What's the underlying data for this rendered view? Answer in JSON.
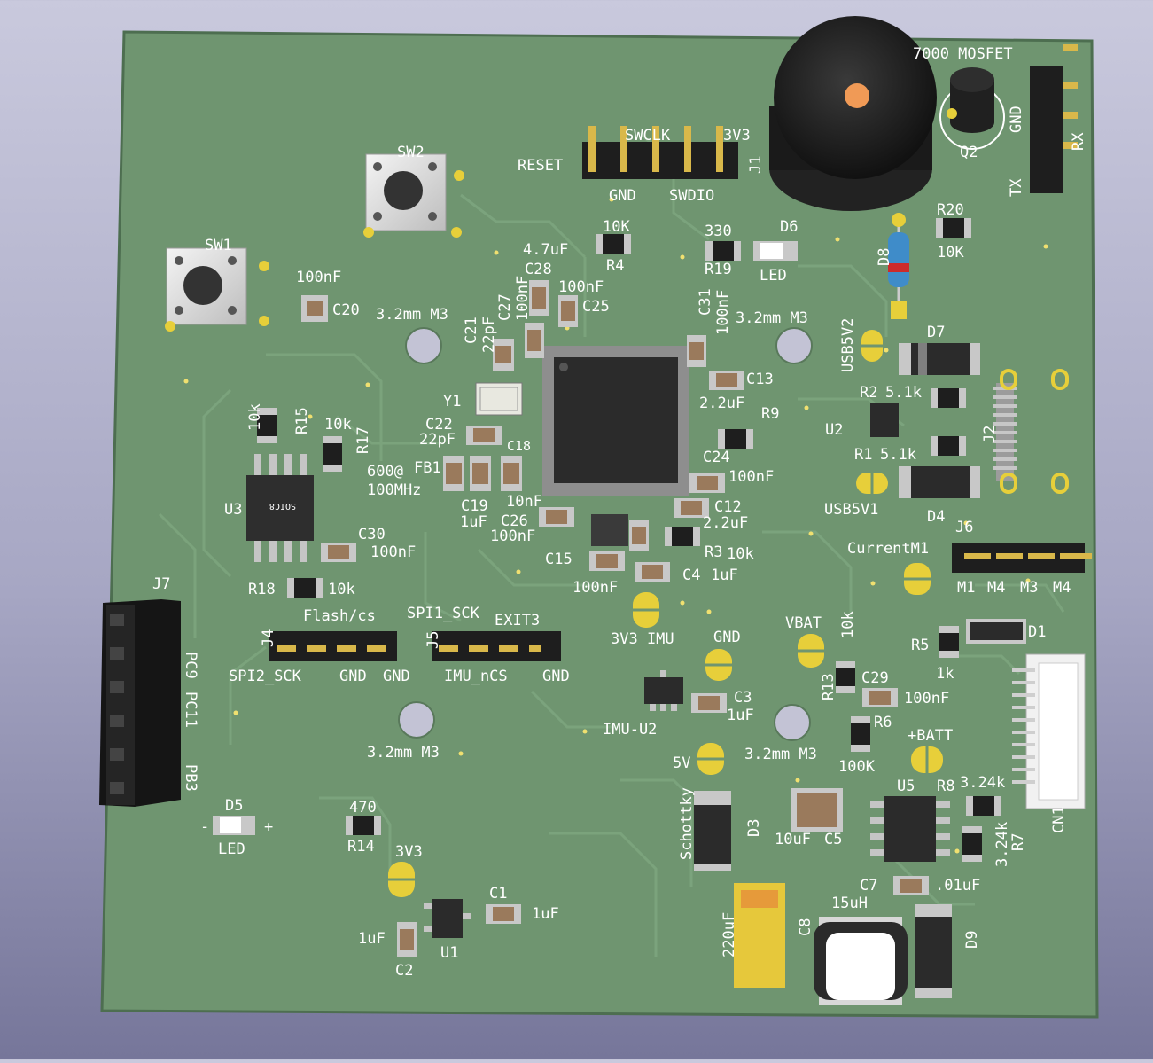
{
  "colors": {
    "board": "#6f9570",
    "board_edge": "#4d6e50",
    "trace": "#7ea67f",
    "silk": "#ffffff",
    "pad_gold": "#e7cf3a",
    "ic_body": "#2b2b2b",
    "cap_tan": "#9a7a5c"
  },
  "board": {
    "designators": {
      "SW1": "SW1",
      "SW2": "SW2",
      "J1": "J1",
      "J2": "J2",
      "J4": "J4",
      "J5": "J5",
      "J6": "J6",
      "J7": "J7",
      "U1": "U1",
      "U2": "U2",
      "U3": "U3",
      "U5": "U5",
      "Y1": "Y1",
      "Q2": "Q2",
      "CN1": "CN1",
      "D1": "D1",
      "D3": "D3",
      "D4": "D4",
      "D5": "D5",
      "D6": "D6",
      "D7": "D7",
      "D8": "D8",
      "D9": "D9",
      "FB1": "FB1",
      "R1": "R1",
      "R2": "R2",
      "R3": "R3",
      "R4": "R4",
      "R5": "R5",
      "R6": "R6",
      "R7": "R7",
      "R8": "R8",
      "R9": "R9",
      "R13": "R13",
      "R14": "R14",
      "R15": "R15",
      "R17": "R17",
      "R18": "R18",
      "R19": "R19",
      "R20": "R20",
      "C1": "C1",
      "C2": "C2",
      "C3": "C3",
      "C4": "C4",
      "C5": "C5",
      "C7": "C7",
      "C8": "C8",
      "C12": "C12",
      "C13": "C13",
      "C15": "C15",
      "C18": "C18",
      "C19": "C19",
      "C20": "C20",
      "C21": "C21",
      "C22": "C22",
      "C24": "C24",
      "C25": "C25",
      "C26": "C26",
      "C27": "C27",
      "C28": "C28",
      "C29": "C29",
      "C30": "C30",
      "C31": "C31"
    },
    "values": {
      "k10": "10K",
      "k10l": "10k",
      "r330": "330",
      "r470": "470",
      "k1": "1k",
      "k100": "100K",
      "k51": "5.1k",
      "k324": "3.24k",
      "n100": "100nF",
      "n10": "10nF",
      "u1": "1uF",
      "u22": "2.2uF",
      "u47": "4.7uF",
      "p22": "22pF",
      "u10": "10uF",
      "u220": "220uF",
      "uh15": "15uH",
      "u01": ".01uF",
      "fb1a": "600@",
      "fb1b": "100MHz",
      "led": "LED",
      "schottky": "Schottky",
      "mosfet": "7000 MOSFET",
      "hole": "3.2mm M3"
    },
    "nets": {
      "reset": "RESET",
      "gnd": "GND",
      "swclk": "SWCLK",
      "swdio": "SWDIO",
      "v3v3": "3V3",
      "v5": "5V",
      "vbat": "VBAT",
      "batt": "+BATT",
      "tx": "TX",
      "rx": "RX",
      "usb5v1": "USB5V1",
      "usb5v2": "USB5V2",
      "currentm1": "CurrentM1",
      "m1": "M1",
      "m4": "M4",
      "m3": "M3",
      "flash_cs": "Flash/cs",
      "spi2_sck": "SPI2_SCK",
      "spi1_sck": "SPI1_SCK",
      "exit3": "EXIT3",
      "imu_ncs": "IMU_nCS",
      "imu_u2": "IMU-U2",
      "v3v3_imu": "3V3 IMU",
      "pc9": "PC9",
      "pc11": "PC11",
      "pb3": "PB3",
      "plus": "+",
      "minus": "-",
      "soic8": "SOIC8"
    }
  }
}
